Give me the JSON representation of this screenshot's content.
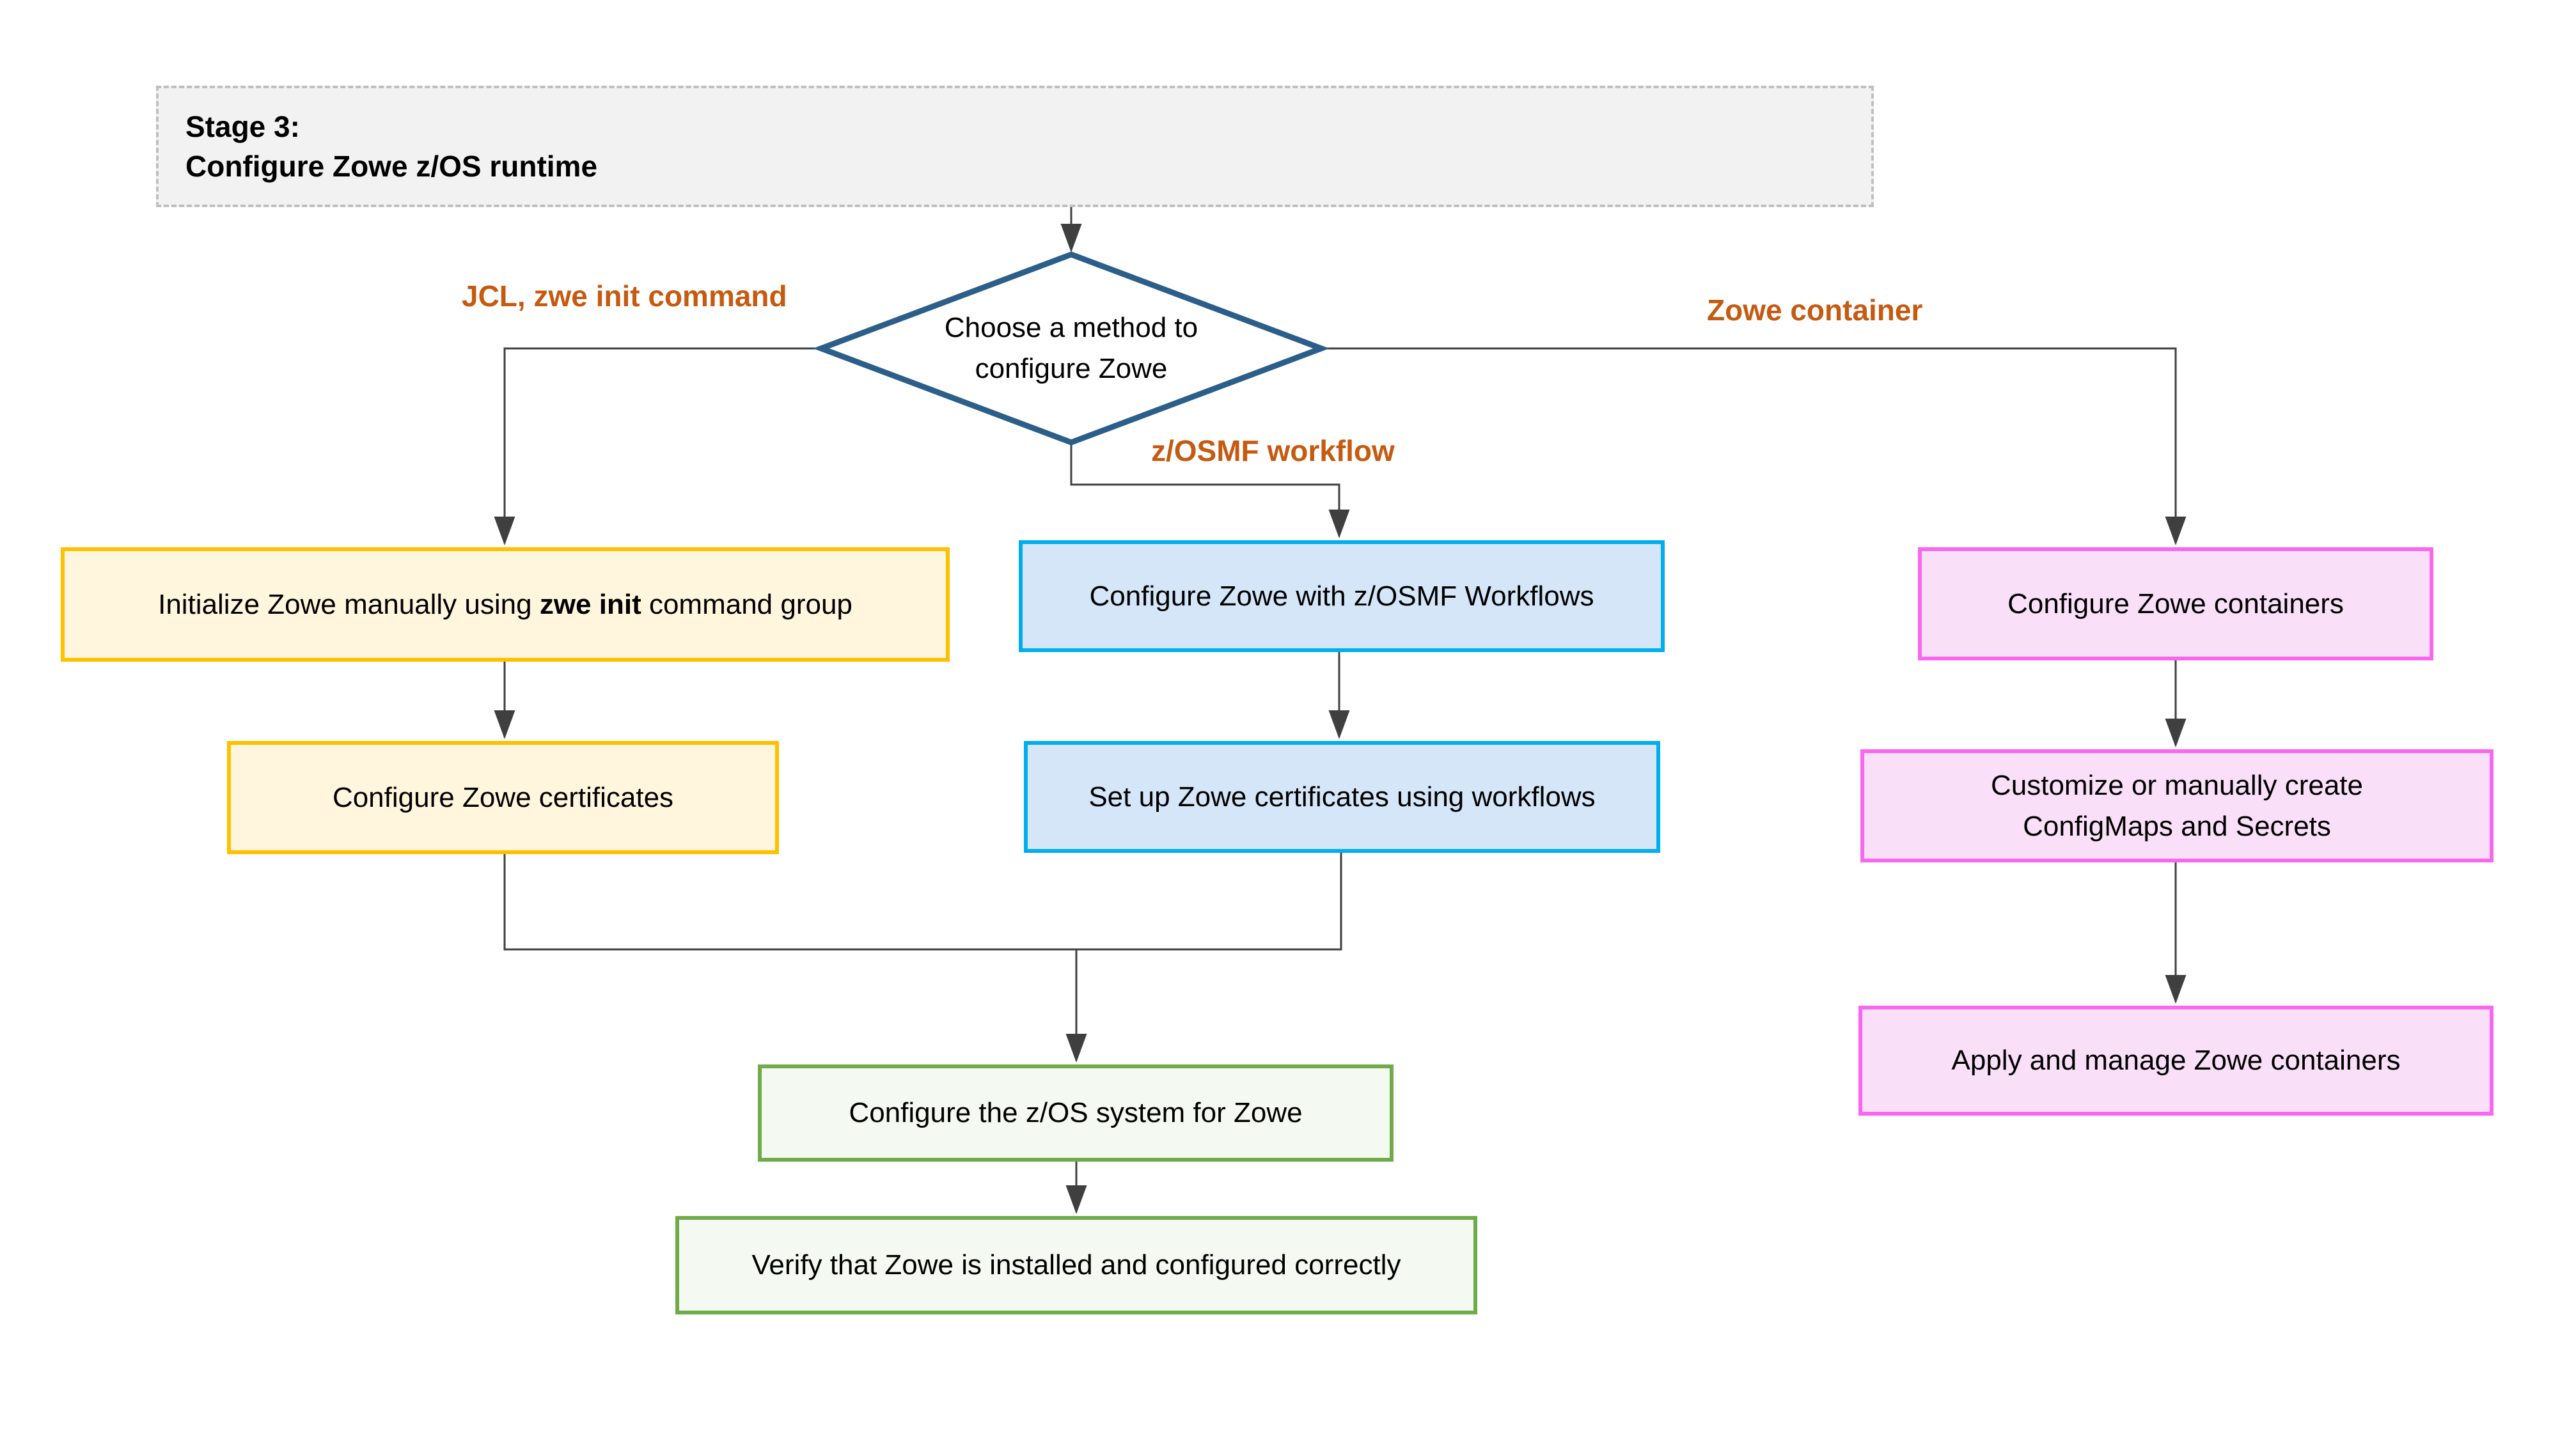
{
  "stage": {
    "title_line1": "Stage 3:",
    "title_line2": "Configure Zowe z/OS runtime"
  },
  "decision": {
    "text_line1": "Choose a method to",
    "text_line2": "configure Zowe"
  },
  "branches": {
    "jcl_label": "JCL, zwe init command",
    "zosmf_label": "z/OSMF workflow",
    "container_label": "Zowe container"
  },
  "nodes": {
    "initialize": {
      "text_pre": "Initialize Zowe manually using ",
      "text_bold": "zwe init",
      "text_post": " command group"
    },
    "certificates": {
      "text": "Configure Zowe certificates"
    },
    "zosmf_workflows": {
      "text": "Configure Zowe with z/OSMF Workflows"
    },
    "workflow_certificates": {
      "text": "Set up Zowe certificates using workflows"
    },
    "containers": {
      "text": "Configure Zowe containers"
    },
    "configmaps": {
      "text_line1": "Customize or manually create",
      "text_line2": "ConfigMaps and Secrets"
    },
    "apply_containers": {
      "text": "Apply and manage Zowe containers"
    },
    "zos_system": {
      "text": "Configure the z/OS system for Zowe"
    },
    "verify": {
      "text": "Verify that Zowe is installed and configured correctly"
    }
  },
  "colors": {
    "stage-bg": "#F2F2F2",
    "stage-border": "#BFBFBF",
    "diamond-border": "#2C5E8A",
    "yellow-border": "#FFC000",
    "yellow-bg": "#FFF6DD",
    "blue-border": "#00AEEF",
    "blue-bg": "#D4E6F8",
    "pink-border": "#F967F0",
    "pink-bg": "#FADFF9",
    "green-border": "#6FAC49",
    "green-bg": "#F4FAF1",
    "label-orange": "#C55A11",
    "line": "#3F3F3F",
    "text": "#000000"
  }
}
